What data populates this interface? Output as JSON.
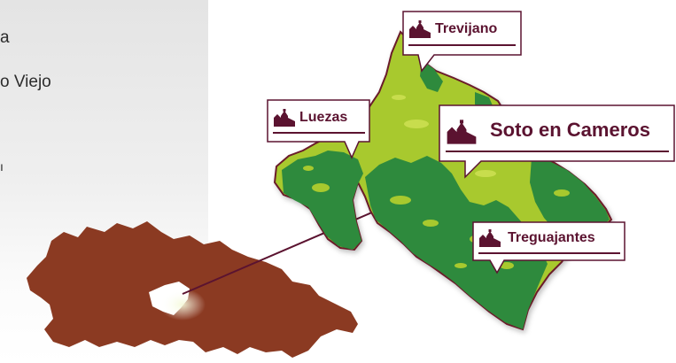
{
  "left_panel": {
    "items": [
      {
        "text": "a"
      },
      {
        "text": "o Viejo"
      }
    ]
  },
  "map": {
    "colors": {
      "region": "#8b3a22",
      "highlight": "#ffffff",
      "municipality_light": "#a8c92e",
      "municipality_dark": "#2f8a3c",
      "border": "#6b1a2a",
      "label_text": "#5b1330",
      "label_bg": "#ffffff"
    },
    "labels": {
      "trevijano": "Trevijano",
      "luezas": "Luezas",
      "soto": "Soto en Cameros",
      "treguajantes": "Treguajantes"
    },
    "icons": {
      "village": "church-icon"
    }
  }
}
